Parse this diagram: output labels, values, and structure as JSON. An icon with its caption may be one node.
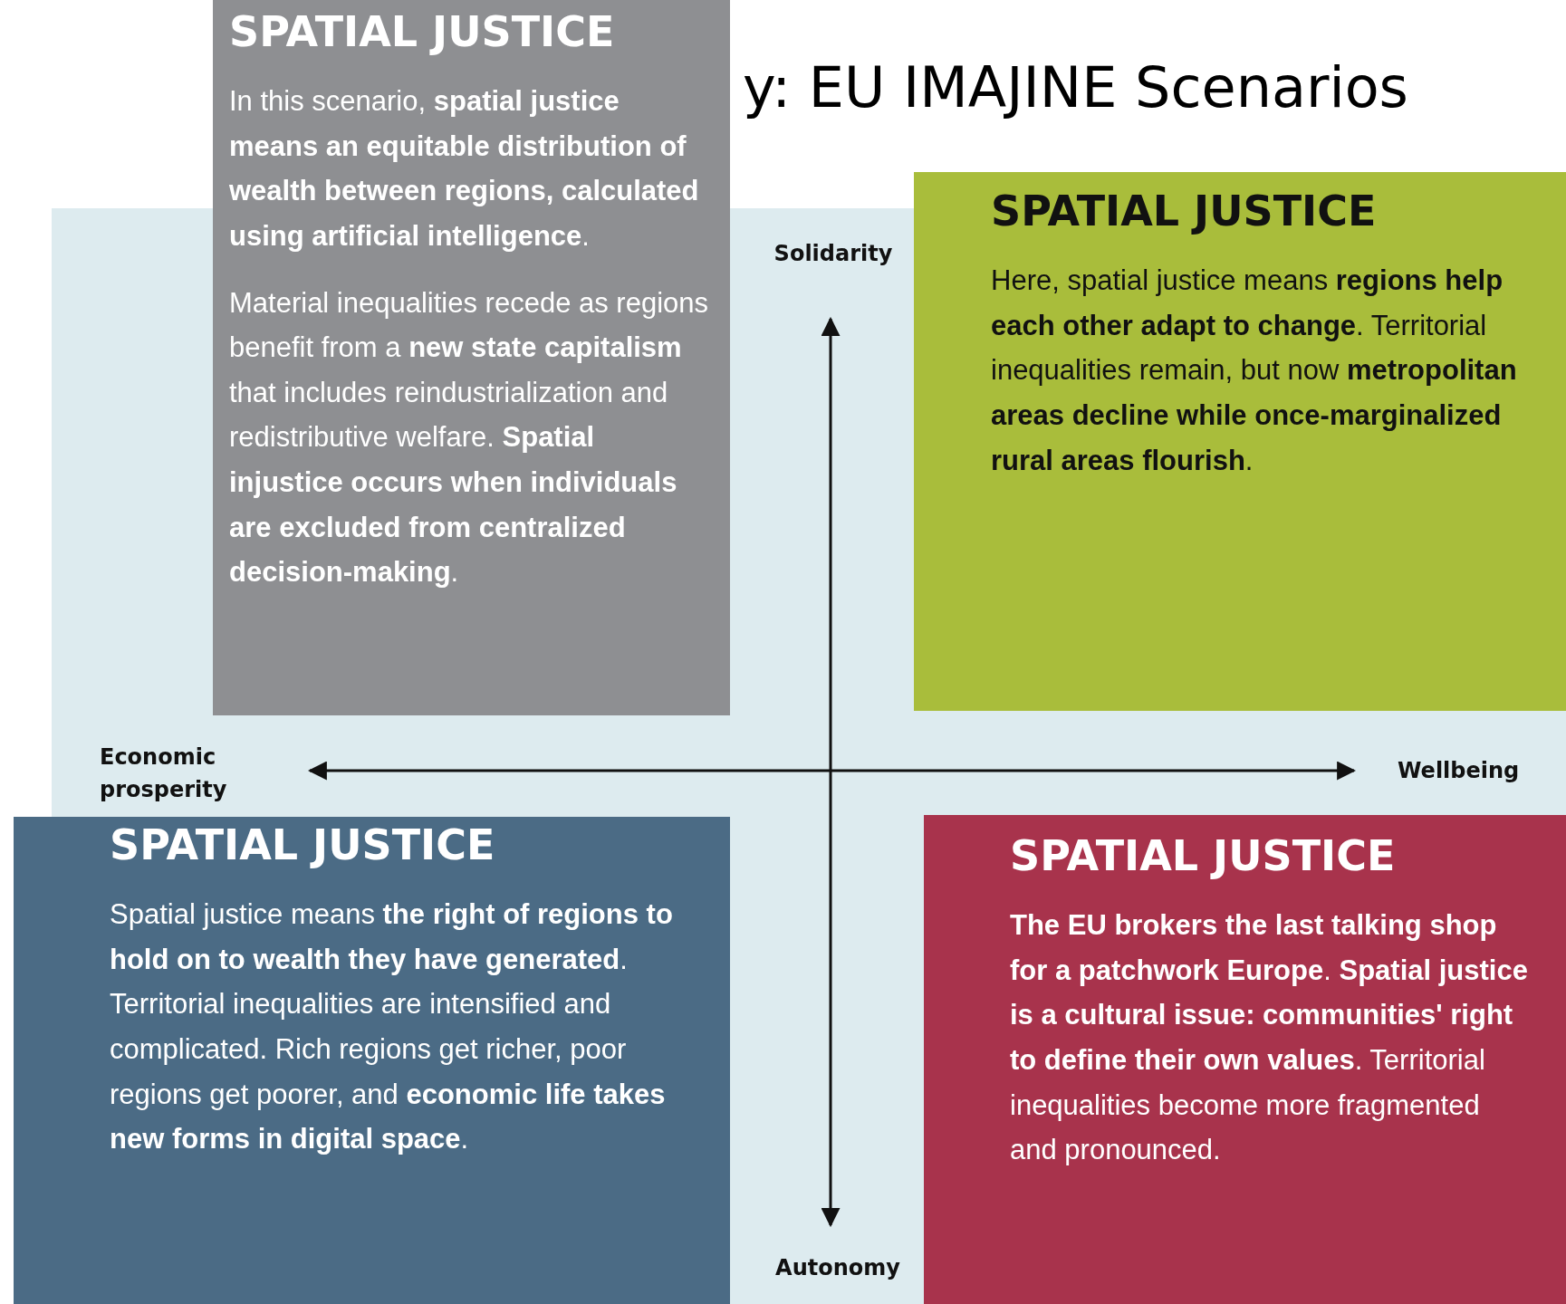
{
  "diagram": {
    "title": "y: EU IMAJINE Scenarios",
    "nodes": [
      {
        "text": [
          "SPATIAL JUSTICE",
          "In this scenario, **spatial justice means an equitable distribution of wealth between regions, calculated using artificial intelligence**.",
          "Material inequalities recede as regions benefit from a **new state capitalism** that includes reindustrialization and redistributive welfare. **Spatial injustice occurs when individuals are excluded from centralized decision-making**."
        ]
      },
      {
        "text": [
          "SPATIAL JUSTICE",
          "Here, spatial justice means **regions help each other adapt to change**. Territorial inequalities remain, but now **metropolitan areas decline while once-marginalized rural areas flourish**."
        ]
      },
      {
        "text": [
          "SPATIAL JUSTICE",
          "Spatial justice means **the right of regions to hold on to wealth they have generated**. Territorial inequalities are intensified and complicated. Rich regions get richer, poor regions get poorer, and **economic life takes new forms in digital space**."
        ]
      },
      {
        "text": [
          "SPATIAL JUSTICE",
          "**The EU brokers the last talking shop for a patchwork Europe**. **Spatial justice is a cultural issue: communities' right to define their own values**. Territorial inequalities become more fragmented and pronounced."
        ]
      }
    ],
    "labels": [
      "Solidarity",
      "Economic prosperity",
      "Wellbeing",
      "Autonomy"
    ]
  }
}
